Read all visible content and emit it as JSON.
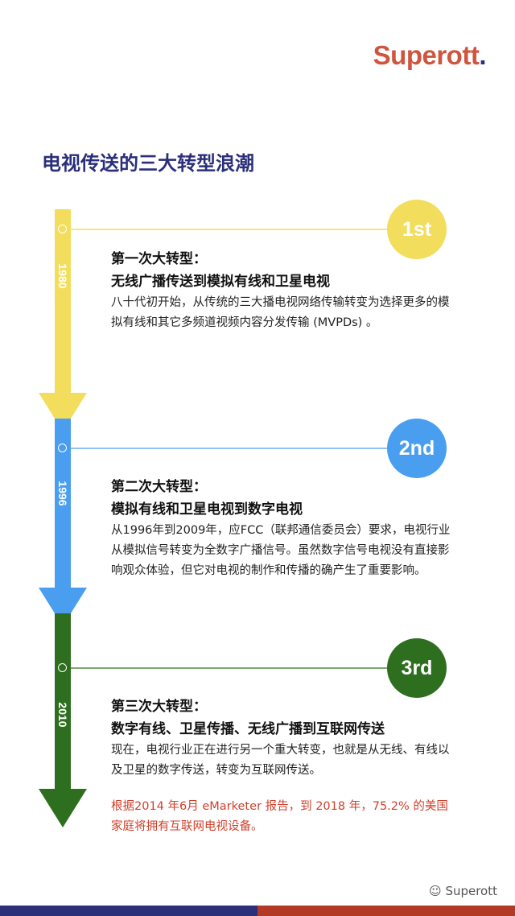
{
  "logo": {
    "text": "Superott",
    "dot": "."
  },
  "title": "电视传送的三大转型浪潮",
  "colors": {
    "yellow": "#f2de5c",
    "blue": "#4a9ef0",
    "green": "#2e6e1f",
    "navy": "#2b2f7a",
    "red": "#d0553e"
  },
  "stages": [
    {
      "badge": "1st",
      "year": "1980",
      "heading1": "第一次大转型：",
      "heading2": "无线广播传送到模拟有线和卫星电视",
      "body": "八十代初开始，从传统的三大播电视网络传输转变为选择更多的模拟有线和其它多频道视频内容分发传输 (MVPDs) 。"
    },
    {
      "badge": "2nd",
      "year": "1996",
      "heading1": "第二次大转型：",
      "heading2": "模拟有线和卫星电视到数字电视",
      "body": "从1996年到2009年，应FCC（联邦通信委员会）要求，电视行业从模拟信号转变为全数字广播信号。虽然数字信号电视没有直接影响观众体验，但它对电视的制作和传播的确产生了重要影响。"
    },
    {
      "badge": "3rd",
      "year": "2010",
      "heading1": "第三次大转型：",
      "heading2": "数字有线、卫星传播、无线广播到互联网传送",
      "body": "现在，电视行业正在进行另一个重大转变，也就是从无线、有线以及卫星的数字传送，转变为互联网传送。",
      "note": "根据2014 年6月 eMarketer 报告，到 2018 年，75.2% 的美国家庭将拥有互联网电视设备。"
    }
  ],
  "footer": {
    "watermark": "Superott"
  }
}
